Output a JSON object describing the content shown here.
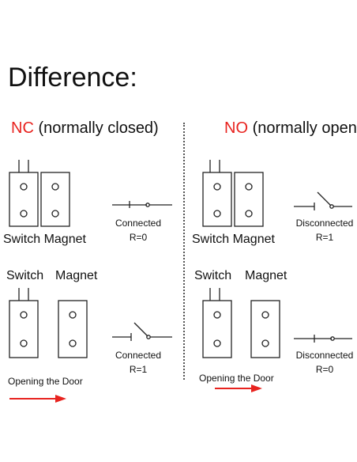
{
  "title": "Difference:",
  "nc": {
    "code": "NC",
    "desc": "(normally closed)",
    "closed_labels": "Switch Magnet",
    "closed_state": "Connected",
    "closed_r": "R=0",
    "switch_label": "Switch",
    "magnet_label": "Magnet",
    "open_state": "Connected",
    "open_r": "R=1",
    "opening": "Opening the Door"
  },
  "no": {
    "code": "NO",
    "desc": "(normally open)",
    "closed_labels": "Switch Magnet",
    "closed_state": "Disconnected",
    "closed_r": "R=1",
    "switch_label": "Switch",
    "magnet_label": "Magnet",
    "open_state": "Disconnected",
    "open_r": "R=0",
    "opening": "Opening the Door"
  },
  "colors": {
    "accent": "#e8231f",
    "line": "#222222"
  }
}
